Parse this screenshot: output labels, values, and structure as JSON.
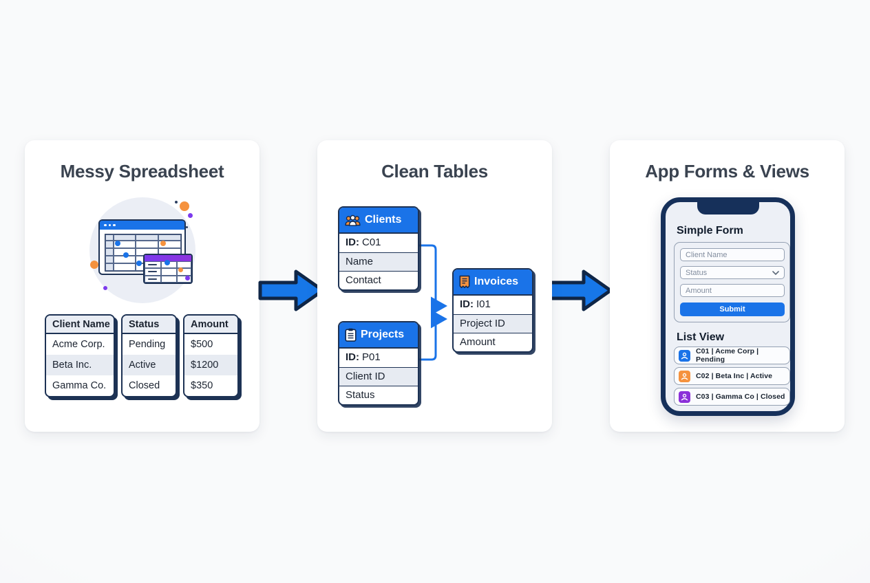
{
  "panel_messy": {
    "title": "Messy Spreadsheet",
    "illustration": "spreadsheet-window-illustration",
    "tables": [
      {
        "header": "Client Name",
        "rows": [
          "Acme Corp.",
          "Beta Inc.",
          "Gamma Co."
        ]
      },
      {
        "header": "Status",
        "rows": [
          "Pending",
          "Active",
          "Closed"
        ]
      },
      {
        "header": "Amount",
        "rows": [
          "$500",
          "$1200",
          "$350"
        ]
      }
    ]
  },
  "panel_clean": {
    "title": "Clean Tables",
    "entities": [
      {
        "title": "Clients",
        "icon": "people-icon",
        "id_label": "ID:",
        "id_value": "C01",
        "fields": [
          "Name",
          "Contact"
        ]
      },
      {
        "title": "Projects",
        "icon": "clipboard-icon",
        "id_label": "ID:",
        "id_value": "P01",
        "fields": [
          "Client ID",
          "Status"
        ]
      },
      {
        "title": "Invoices",
        "icon": "receipt-icon",
        "id_label": "ID:",
        "id_value": "I01",
        "fields": [
          "Project ID",
          "Amount"
        ]
      }
    ]
  },
  "panel_app": {
    "title": "App Forms & Views",
    "form": {
      "heading": "Simple Form",
      "client_name_placeholder": "Client Name",
      "status_value": "Status",
      "amount_placeholder": "Amount",
      "submit_label": "Submit"
    },
    "list": {
      "heading": "List View",
      "items": [
        {
          "icon": "person-icon",
          "color": "#1a73e8",
          "text": "C01 | Acme Corp | Pending"
        },
        {
          "icon": "person-icon",
          "color": "#f5923e",
          "text": "C02 | Beta Inc | Active"
        },
        {
          "icon": "person-icon",
          "color": "#8b30d9",
          "text": "C03 | Gamma Co | Closed"
        }
      ]
    }
  },
  "colors": {
    "accent_blue": "#1a73e8",
    "navy_border": "#1d3254",
    "orange": "#f5923e",
    "purple": "#7c3aed",
    "row_alt": "#e7ebf2"
  }
}
